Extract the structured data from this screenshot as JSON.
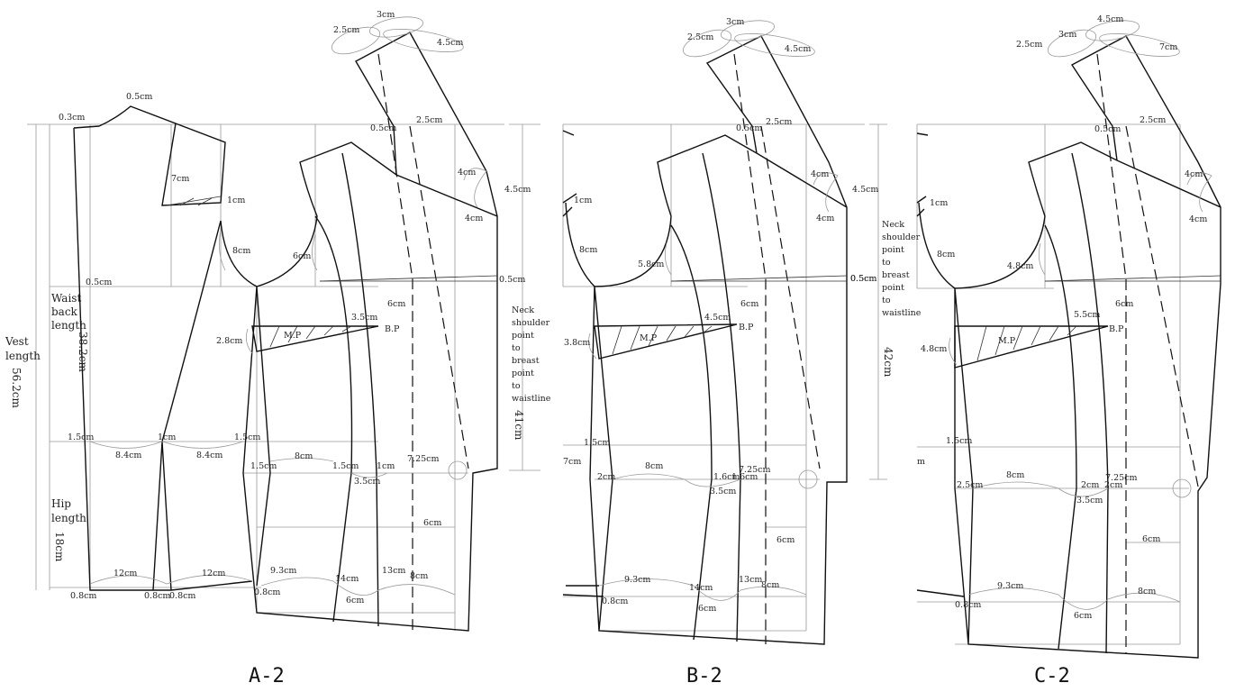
{
  "panels": [
    {
      "caption": "A-2",
      "labels": [
        "0.5cm",
        "0.3cm",
        "7cm",
        "1cm",
        "8cm",
        "6cm",
        "0.5cm",
        "2.8cm",
        "M.P",
        "3.5cm",
        "B.P",
        "6cm",
        "1.5cm",
        "1cm",
        "1.5cm",
        "8.4cm",
        "8.4cm",
        "1.5cm",
        "8cm",
        "1.5cm",
        "1cm",
        "7.25cm",
        "3.5cm",
        "6cm",
        "12cm",
        "12cm",
        "9.3cm",
        "14cm",
        "13cm",
        "8cm",
        "6cm",
        "0.8cm",
        "0.8cm",
        "0.8cm",
        "0.8cm",
        "0.5cm",
        "4cm",
        "4cm",
        "4.5cm",
        "2.5cm",
        "0.5cm",
        "2.5cm",
        "3cm",
        "4.5cm",
        "7cm"
      ],
      "left_title": [
        "Vest",
        "length"
      ],
      "left_value": "56.2cm",
      "waist_title": [
        "Waist",
        "back",
        "length"
      ],
      "waist_value": "38.2cm",
      "hip_title": [
        "Hip",
        "length"
      ],
      "hip_value": "18cm",
      "right_title": [
        "Neck",
        "shoulder",
        "point",
        "to",
        "breast",
        "point",
        "to",
        "waistline"
      ],
      "right_value": "41cm"
    },
    {
      "caption": "B-2",
      "labels": [
        "1cm",
        "8cm",
        "5.8cm",
        "0.5cm",
        "3.8cm",
        "M.P",
        "4.5cm",
        "B.P",
        "6cm",
        "1.5cm",
        "2cm",
        "8cm",
        "1.6cm",
        "1.6cm",
        "7.25cm",
        "3.5cm",
        "6cm",
        "9.3cm",
        "14cm",
        "13cm",
        "8cm",
        "6cm",
        "0.8cm",
        "0.5cm",
        "4cm",
        "4cm",
        "4.5cm",
        "2.5cm",
        "0.5cm",
        "2.5cm",
        "3cm",
        "4.5cm",
        "7cm",
        "m"
      ],
      "right_title": [
        "Neck",
        "shoulder",
        "point",
        "to",
        "breast",
        "point",
        "to",
        "waistline"
      ],
      "right_value": "42cm"
    },
    {
      "caption": "C-2",
      "labels": [
        "1cm",
        "8cm",
        "4.8cm",
        "4.8cm",
        "M.P",
        "5.5cm",
        "B.P",
        "6cm",
        "1.5cm",
        "2.5cm",
        "8cm",
        "2cm",
        "2cm",
        "7.25cm",
        "3.5cm",
        "6cm",
        "9.3cm",
        "6cm",
        "8cm",
        "0.8cm",
        "4cm",
        "4cm",
        "2.5cm",
        "0.5cm",
        "2.5cm",
        "3cm",
        "4.5cm",
        "7cm",
        "m"
      ]
    }
  ]
}
